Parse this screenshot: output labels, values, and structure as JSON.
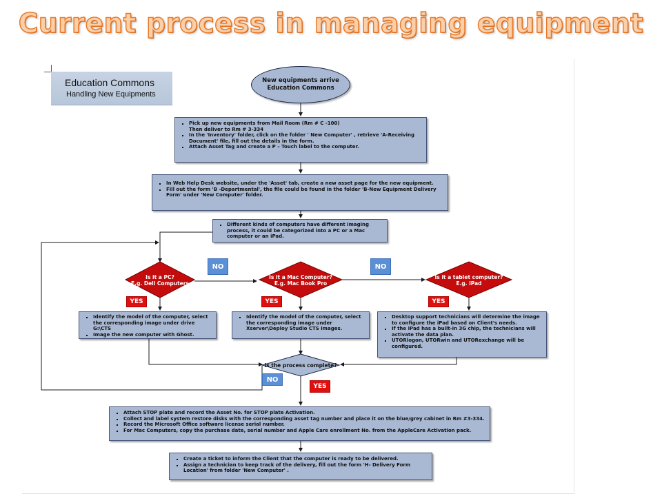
{
  "title": "Current process in managing equipment",
  "header": {
    "title": "Education Commons",
    "subtitle": "Handling New Equipments"
  },
  "start": {
    "line1": "New equipments arrive",
    "line2": "Education Commons"
  },
  "steps": {
    "pickup": [
      "Pick up new equipments from Mail Room (Rm # C -100)\nThen deliver to Rm # 3-334",
      "In the 'Inventory' folder, click on the folder ' New Computer' , retrieve 'A-Receiving Document' file, fill out the details in the form.",
      "Attach Asset Tag and create a P – Touch label to the computer."
    ],
    "helpdesk": [
      "In Web Help Desk website, under the 'Asset' tab, create a new asset page for the new equipment.",
      "Fill out the form 'B -Departmental', the file could be found in the folder 'B-New Equipment Delivery Form' under 'New Computer' folder."
    ],
    "imaging": [
      "Different kinds of computers have different imaging process, it could be categorized into a PC or a Mac computer or an iPad."
    ],
    "pc_action": [
      "Identify the model of the computer, select the corresponding image under drive G:\\CTS",
      "Image the new computer with Ghost."
    ],
    "mac_action": [
      "Identify the model of the computer, select the corresponding image under Xserver\\Deploy Studio CTS images."
    ],
    "ipad_action": [
      "Desktop support technicians will determine the image to configure the iPad based on Client's needs.",
      "If the iPad has a built-in 3G chip, the technicians will activate the data plan.",
      "UTORlogon, UTORwin and UTORexchange will be configured."
    ],
    "finalize": [
      "Attach STOP plate and record the Asset No. for STOP plate Activation.",
      "Collect and label system restore disks with the corresponding asset tag number and place it on the blue/grey cabinet in Rm #3-334.",
      "Record the Microsoft Office software license serial number.",
      "For Mac Computers, copy the purchase date, serial number and Apple Care enrollment No. from the AppleCare Activation pack."
    ],
    "deliver": [
      "Create a ticket to inform the Client that the computer is ready to be delivered.",
      "Assign a technician to keep track of the delivery, fill out the form 'H- Delivery Form Location' from folder 'New Computer' ."
    ]
  },
  "decisions": {
    "pc": {
      "line1": "Is it a PC?",
      "line2": "E.g. Dell Computers"
    },
    "mac": {
      "line1": "Is it a Mac Computer?",
      "line2": "E.g. Mac Book Pro"
    },
    "tablet": {
      "line1": "Is it a tablet computer?",
      "line2": "E.g. iPad"
    },
    "complete": {
      "line1": "Is the process complete?"
    }
  },
  "labels": {
    "no": "NO",
    "yes": "YES"
  },
  "colors": {
    "process_fill": "#a9b9d3",
    "decision_fill": "#c40c0c",
    "yes_badge": "#e01010",
    "no_badge": "#5b8fd6",
    "title_fill": "#fbcfa8",
    "title_outline": "#e87a2a"
  }
}
